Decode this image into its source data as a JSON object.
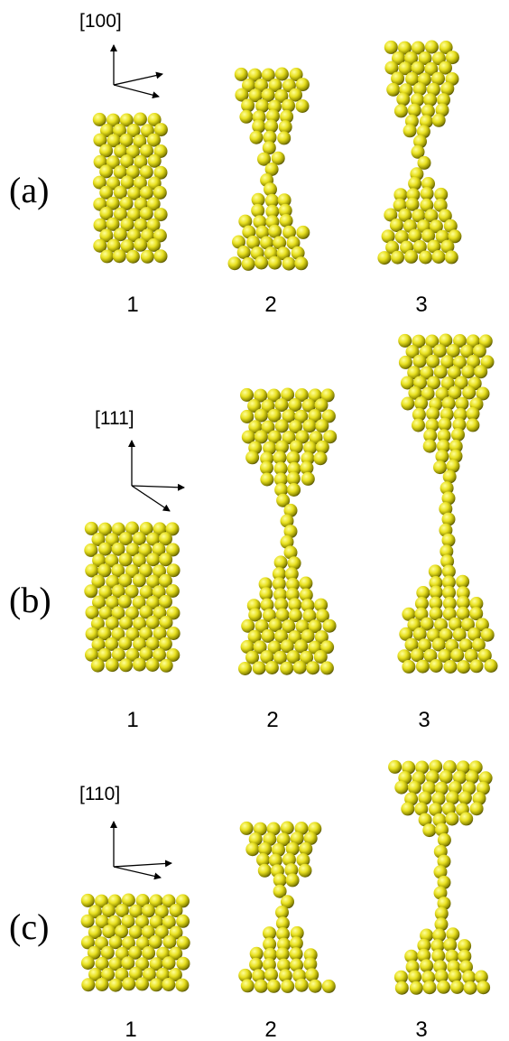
{
  "colors": {
    "atom_light": "#ffff9a",
    "atom_mid": "#e8e020",
    "atom_dark": "#4a4800",
    "background": "#ffffff"
  },
  "panels": [
    {
      "label": "(a)",
      "direction": "[100]",
      "stages": [
        "1",
        "2",
        "3"
      ]
    },
    {
      "label": "(b)",
      "direction": "[111]",
      "stages": [
        "1",
        "2",
        "3"
      ]
    },
    {
      "label": "(c)",
      "direction": "[110]",
      "stages": [
        "1",
        "2",
        "3"
      ]
    }
  ]
}
